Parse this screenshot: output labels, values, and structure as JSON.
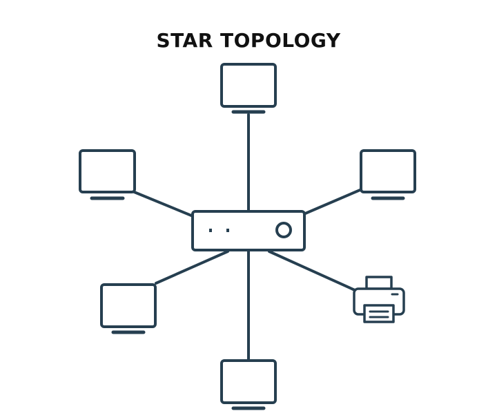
{
  "title": "STAR TOPOLOGY",
  "colors": {
    "stroke": "#263f50",
    "title": "#111111",
    "background": "#ffffff"
  },
  "hub": {
    "icon": "network-switch-icon"
  },
  "nodes": [
    {
      "id": "computer-top",
      "icon": "monitor-icon"
    },
    {
      "id": "computer-upper-left",
      "icon": "monitor-icon"
    },
    {
      "id": "computer-upper-right",
      "icon": "monitor-icon"
    },
    {
      "id": "computer-lower-left",
      "icon": "monitor-icon"
    },
    {
      "id": "printer",
      "icon": "printer-icon"
    },
    {
      "id": "computer-bottom",
      "icon": "monitor-icon"
    }
  ]
}
